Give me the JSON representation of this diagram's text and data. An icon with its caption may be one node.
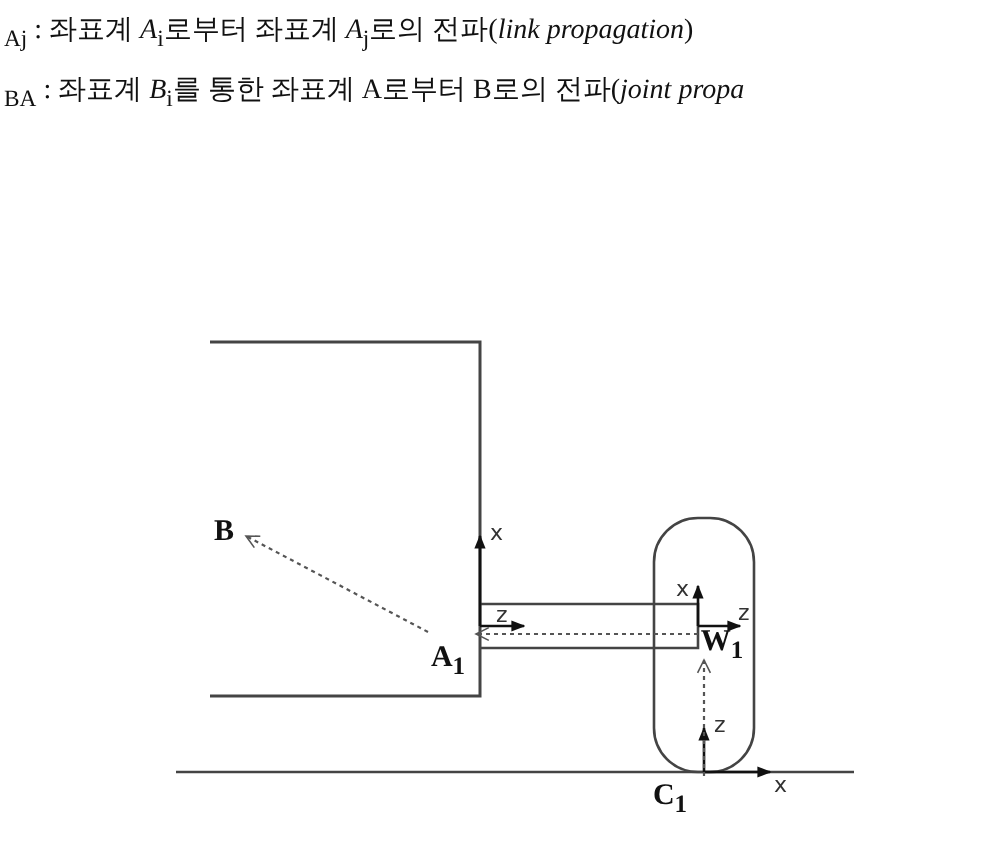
{
  "diagram": {
    "nodes": [
      {
        "text": [
          "B"
        ]
      },
      {
        "text": [
          "A$_{1}$"
        ]
      },
      {
        "text": [
          "W$_{1}$"
        ]
      },
      {
        "text": [
          "C$_{1}$"
        ]
      }
    ],
    "edges": [
      {
        "from": 1,
        "to": 0,
        "arrow": "to",
        "style": "dashed"
      },
      {
        "from": 2,
        "to": 1,
        "arrow": "to",
        "style": "dashed"
      },
      {
        "from": 3,
        "to": 2,
        "arrow": "to",
        "style": "dashed"
      }
    ],
    "labels": [
      "$_{Aj}$ :  좌표계 *A*$_{i}$로부터 좌표계 *A*$_{j}$로의 전파(*link propagation*)",
      "$_{BA}$ :  좌표계 *B*$_{i}$를 통한 좌표계 A로부터 B로의 전파(*joint propa*",
      "x",
      "z",
      "x",
      "z",
      "z",
      "x"
    ]
  }
}
